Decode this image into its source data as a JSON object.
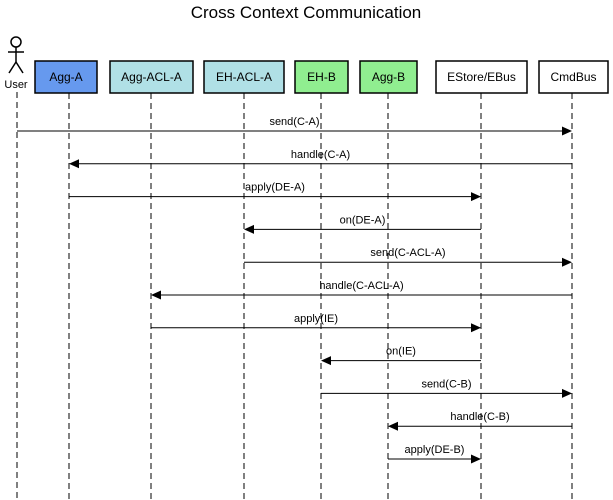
{
  "title": "Cross Context Communication",
  "actor": {
    "label": "User"
  },
  "participants": [
    {
      "id": "agg-a",
      "label": "Agg-A",
      "color": "#6699ee"
    },
    {
      "id": "agg-acl-a",
      "label": "Agg-ACL-A",
      "color": "#b0e0e6"
    },
    {
      "id": "eh-acl-a",
      "label": "EH-ACL-A",
      "color": "#b0e0e6"
    },
    {
      "id": "eh-b",
      "label": "EH-B",
      "color": "#90ee90"
    },
    {
      "id": "agg-b",
      "label": "Agg-B",
      "color": "#90ee90"
    },
    {
      "id": "estore",
      "label": "EStore/EBus",
      "color": "#ffffff"
    },
    {
      "id": "cmdbus",
      "label": "CmdBus",
      "color": "#ffffff"
    }
  ],
  "messages": [
    {
      "from": 0,
      "to": 7,
      "label": "send(C-A)"
    },
    {
      "from": 7,
      "to": 1,
      "label": "handle(C-A)"
    },
    {
      "from": 1,
      "to": 6,
      "label": "apply(DE-A)"
    },
    {
      "from": 6,
      "to": 3,
      "label": "on(DE-A)"
    },
    {
      "from": 3,
      "to": 7,
      "label": "send(C-ACL-A)"
    },
    {
      "from": 7,
      "to": 2,
      "label": "handle(C-ACL-A)"
    },
    {
      "from": 2,
      "to": 6,
      "label": "apply(IE)"
    },
    {
      "from": 6,
      "to": 4,
      "label": "on(IE)"
    },
    {
      "from": 4,
      "to": 7,
      "label": "send(C-B)"
    },
    {
      "from": 7,
      "to": 5,
      "label": "handle(C-B)"
    },
    {
      "from": 5,
      "to": 6,
      "label": "apply(DE-B)"
    }
  ]
}
